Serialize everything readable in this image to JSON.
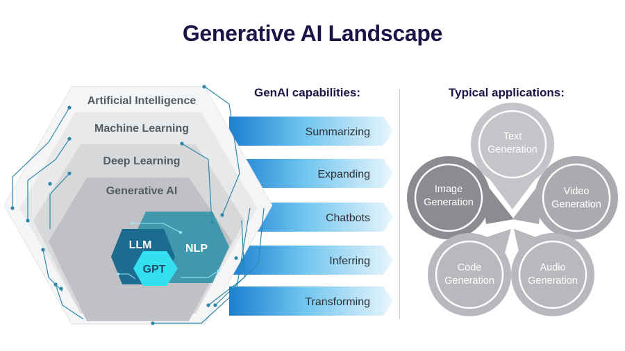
{
  "title": "Generative AI Landscape",
  "capabilities_heading": "GenAI capabilities:",
  "applications_heading": "Typical applications:",
  "layers": [
    {
      "label": "Artificial Intelligence"
    },
    {
      "label": "Machine Learning"
    },
    {
      "label": "Deep Learning"
    },
    {
      "label": "Generative AI"
    }
  ],
  "core": {
    "llm": "LLM",
    "nlp": "NLP",
    "gpt": "GPT"
  },
  "capabilities": [
    "Summarizing",
    "Expanding",
    "Chatbots",
    "Inferring",
    "Transforming"
  ],
  "applications": {
    "text": [
      "Text",
      "Generation"
    ],
    "image": [
      "Image",
      "Generation"
    ],
    "video": [
      "Video",
      "Generation"
    ],
    "code": [
      "Code",
      "Generation"
    ],
    "audio": [
      "Audio",
      "Generation"
    ]
  },
  "colors": {
    "navy": "#1a1447",
    "teal": "#2a8fa8",
    "blue_arrow": "#1f8fd6",
    "cyan": "#34e0f0",
    "dark_teal": "#1b6c8f",
    "gray_dark": "#8a8c90",
    "gray_mid": "#a9abae",
    "gray_light": "#c3c5c8"
  }
}
